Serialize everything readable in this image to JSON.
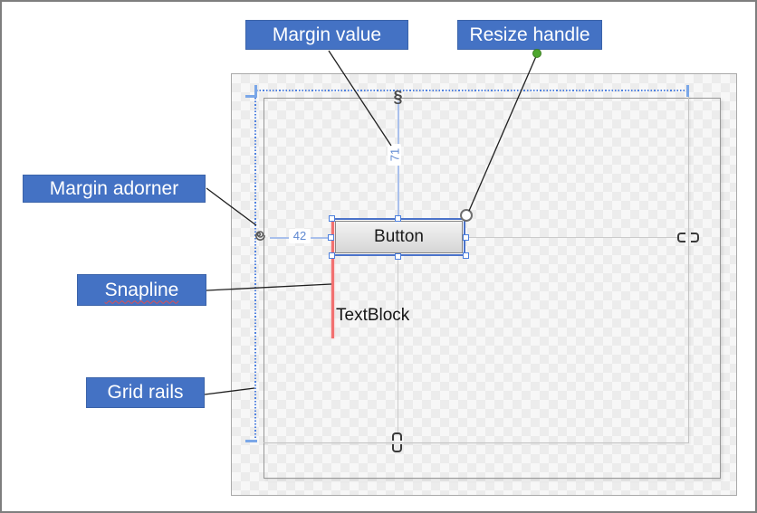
{
  "callouts": {
    "margin_value": {
      "label": "Margin value"
    },
    "resize_handle": {
      "label": "Resize handle"
    },
    "margin_adorner": {
      "label": "Margin adorner"
    },
    "snapline": {
      "label": "Snapline"
    },
    "grid_rails": {
      "label": "Grid rails"
    }
  },
  "designer": {
    "button_label": "Button",
    "textblock_label": "TextBlock",
    "margin_top_value": "71",
    "margin_left_value": "42",
    "top_anchor_glyph": "§"
  },
  "icons": {
    "top_margin_anchor": "closed-chain-anchor-icon",
    "right_margin_anchor": "open-chain-anchor-horizontal-icon",
    "bottom_margin_anchor": "open-chain-anchor-vertical-icon",
    "margin_adorner": "spiral-curl-icon",
    "resize_handle": "circle-resize-handle",
    "callout_dot": "green-dot"
  },
  "colors": {
    "annotation_fill": "#4472c4",
    "annotation_border": "#3b63a9",
    "annotation_text": "#ffffff",
    "green_dot": "#4ea72e",
    "snapline_red": "#f27070",
    "rail_blue": "#4f81e0",
    "margin_line_blue": "#a9c0ec",
    "margin_value_blue": "#5d87d1",
    "selection_blue": "#4a72c9",
    "handle_border_blue": "#4a7ede",
    "layout_line_gray": "#cbcbcb",
    "checker_light": "#f7f7f7",
    "checker_dark": "#ececec"
  }
}
